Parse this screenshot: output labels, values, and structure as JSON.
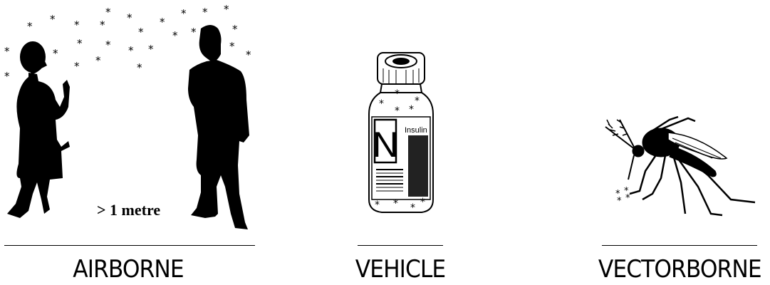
{
  "panels": {
    "airborne": {
      "caption": "AIRBORNE",
      "distance_label": "> 1 metre"
    },
    "vehicle": {
      "caption": "VEHICLE",
      "vial_letter": "N",
      "vial_label": "Insulin"
    },
    "vectorborne": {
      "caption": "VECTORBORNE"
    }
  },
  "particle_glyph": "*",
  "icons": {
    "airborne": [
      "woman-silhouette-icon",
      "man-silhouette-icon",
      "airborne-particles-icon"
    ],
    "vehicle": [
      "insulin-vial-icon",
      "vial-particles-icon"
    ],
    "vectorborne": [
      "mosquito-icon",
      "mosquito-particles-icon"
    ]
  },
  "colors": {
    "ink": "#000000",
    "background": "#ffffff",
    "vial_band": "#222222"
  }
}
